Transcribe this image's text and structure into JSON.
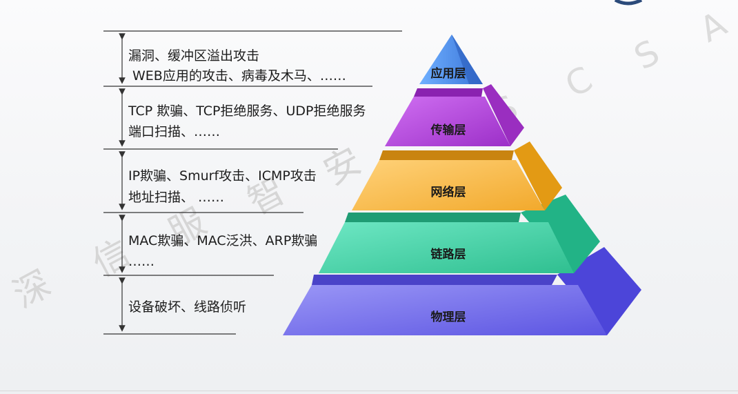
{
  "watermark": {
    "chars": [
      "深",
      "信",
      "服",
      "智",
      "安"
    ],
    "letters": [
      "S",
      "C",
      "S",
      "A"
    ]
  },
  "layers": [
    {
      "name": "应用层",
      "color": "#4f8dea",
      "attacks": [
        "漏洞、缓冲区溢出攻击",
        "WEB应用的攻击、病毒及木马、……"
      ]
    },
    {
      "name": "传输层",
      "color": "#b14ad6",
      "attacks": [
        "TCP 欺骗、TCP拒绝服务、UDP拒绝服务",
        "端口扫描、……"
      ]
    },
    {
      "name": "网络层",
      "color": "#f0b43c",
      "attacks": [
        "IP欺骗、Smurf攻击、ICMP攻击",
        "地址扫描、 ……"
      ]
    },
    {
      "name": "链路层",
      "color": "#34c79a",
      "attacks": [
        "MAC欺骗、MAC泛洪、ARP欺骗",
        "……"
      ]
    },
    {
      "name": "物理层",
      "color": "#6f66e8",
      "attacks": [
        "设备破坏、线路侦听"
      ]
    }
  ]
}
